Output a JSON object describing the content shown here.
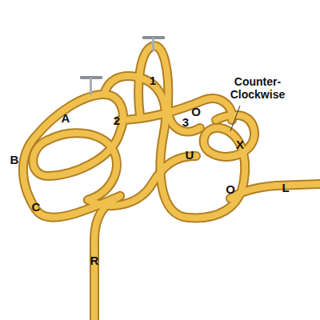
{
  "diagram": {
    "labels": [
      "1",
      "Counter-Clockwise",
      "A",
      "2",
      "O",
      "3",
      "X",
      "B",
      "U",
      "O",
      "L",
      "C",
      "R"
    ]
  }
}
